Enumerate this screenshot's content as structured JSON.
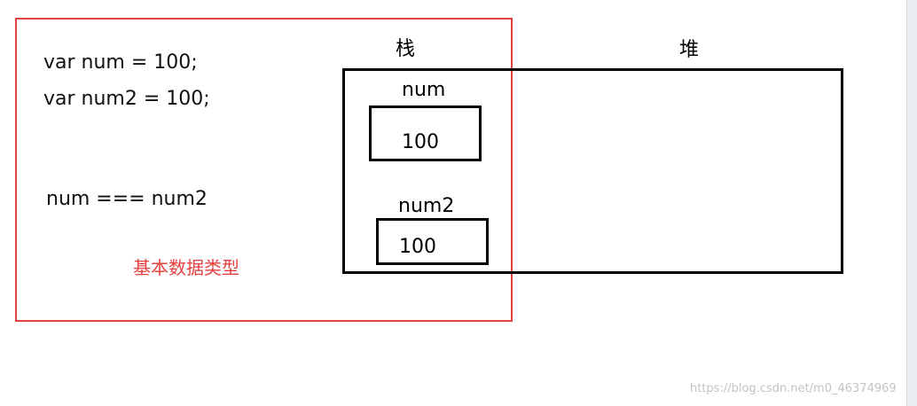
{
  "code": {
    "line1": "var num = 100;",
    "line2": "var num2 = 100;",
    "comparison": "num === num2"
  },
  "frame_label": "基本数据类型",
  "memory": {
    "stack_label": "栈",
    "heap_label": "堆",
    "cells": [
      {
        "name": "num",
        "value": "100"
      },
      {
        "name": "num2",
        "value": "100"
      }
    ]
  },
  "watermark": "https://blog.csdn.net/m0_46374969",
  "colors": {
    "frame": "#e5413f",
    "stroke": "#000000"
  }
}
